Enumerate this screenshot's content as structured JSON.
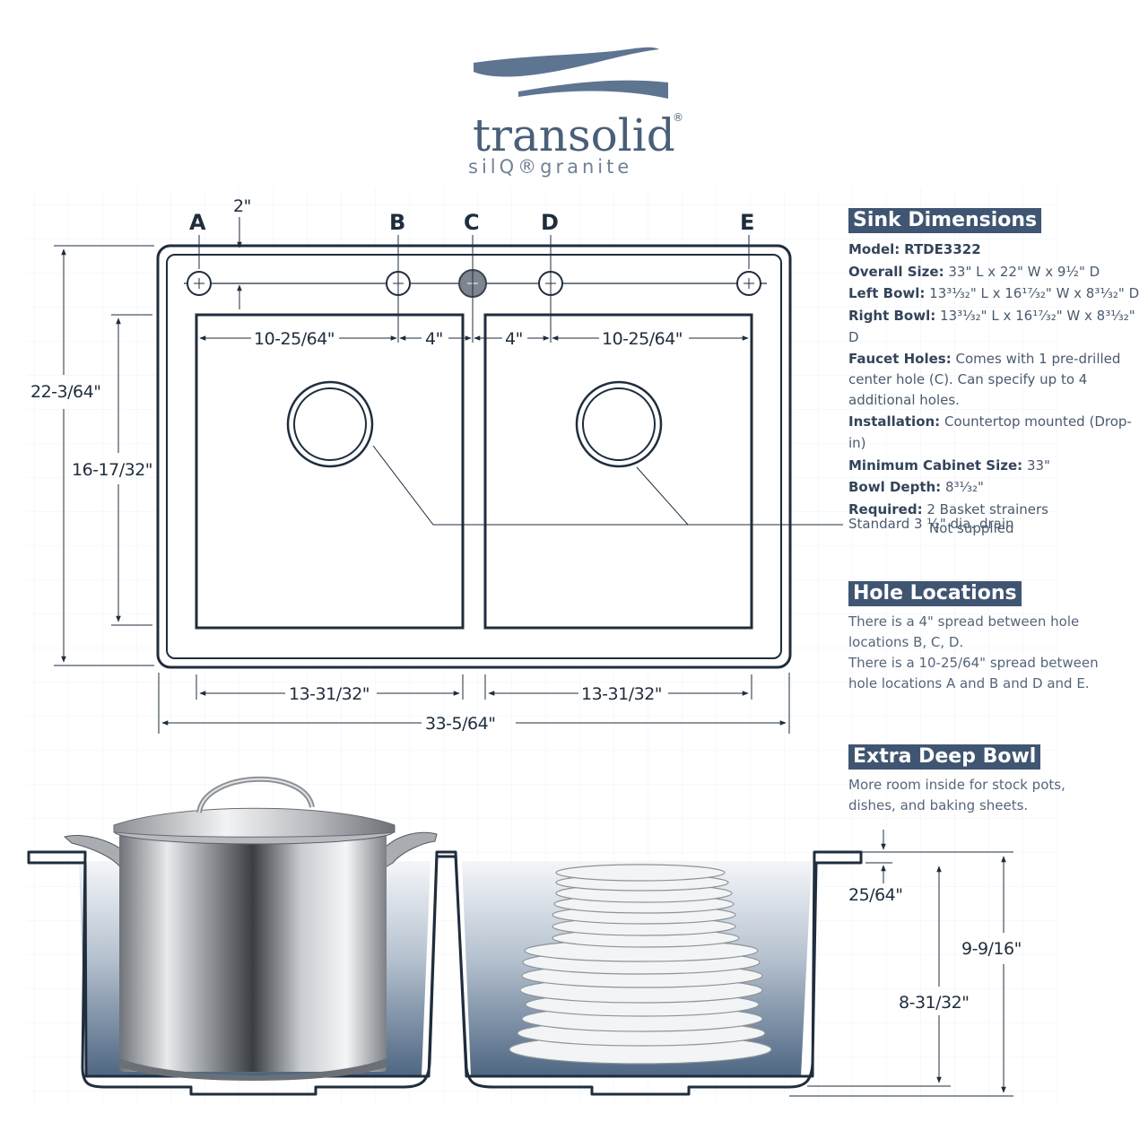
{
  "brand": {
    "name": "transolid",
    "trademark": "®",
    "subtitle": "silQ®granite"
  },
  "diagram": {
    "hole_labels": [
      "A",
      "B",
      "C",
      "D",
      "E"
    ],
    "dims": {
      "edge_offset": "2\"",
      "overall_width": "22-3/64\"",
      "bowl_width": "16-17/32\"",
      "spread_ab": "10-25/64\"",
      "spread_bc": "4\"",
      "spread_cd": "4\"",
      "spread_de": "10-25/64\"",
      "left_bowl_length": "13-31/32\"",
      "right_bowl_length": "13-31/32\"",
      "overall_length": "33-5/64\"",
      "rim_thickness": "25/64\"",
      "overall_depth": "9-9/16\"",
      "bowl_depth": "8-31/32\""
    },
    "drain_callout": "Standard 3 ½\" dia. drain"
  },
  "sink_dimensions": {
    "heading": "Sink Dimensions",
    "model_label": "Model:",
    "model_value": "RTDE3322",
    "overall_label": "Overall Size:",
    "overall_value": "33\" L x 22\" W x 9½\" D",
    "left_label": "Left Bowl:",
    "left_value": "13³¹⁄₃₂\" L x 16¹⁷⁄₃₂\" W x 8³¹⁄₃₂\" D",
    "right_label": "Right Bowl:",
    "right_value": "13³¹⁄₃₂\" L x 16¹⁷⁄₃₂\" W x 8³¹⁄₃₂\" D",
    "faucet_label": "Faucet Holes:",
    "faucet_value": "Comes with 1 pre-drilled center hole (C). Can specify up to 4 additional holes.",
    "install_label": "Installation:",
    "install_value": "Countertop mounted (Drop-in)",
    "cabinet_label": "Minimum Cabinet Size:",
    "cabinet_value": "33\"",
    "depth_label": "Bowl Depth:",
    "depth_value": "8³¹⁄₃₂\"",
    "required_label": "Required:",
    "required_value": "2 Basket strainers",
    "required_note": "Not supplied"
  },
  "hole_locations": {
    "heading": "Hole Locations",
    "line1": "There is a 4\" spread between hole locations B, C, D.",
    "line2": "There is a 10-25/64\" spread between hole locations A and B and D and E."
  },
  "extra_deep": {
    "heading": "Extra Deep Bowl",
    "text": "More room inside for stock pots, dishes, and baking sheets."
  },
  "colors": {
    "brand_blue": "#4a5f78",
    "heading_bg": "#3f5572",
    "line": "#1f2d3d"
  }
}
